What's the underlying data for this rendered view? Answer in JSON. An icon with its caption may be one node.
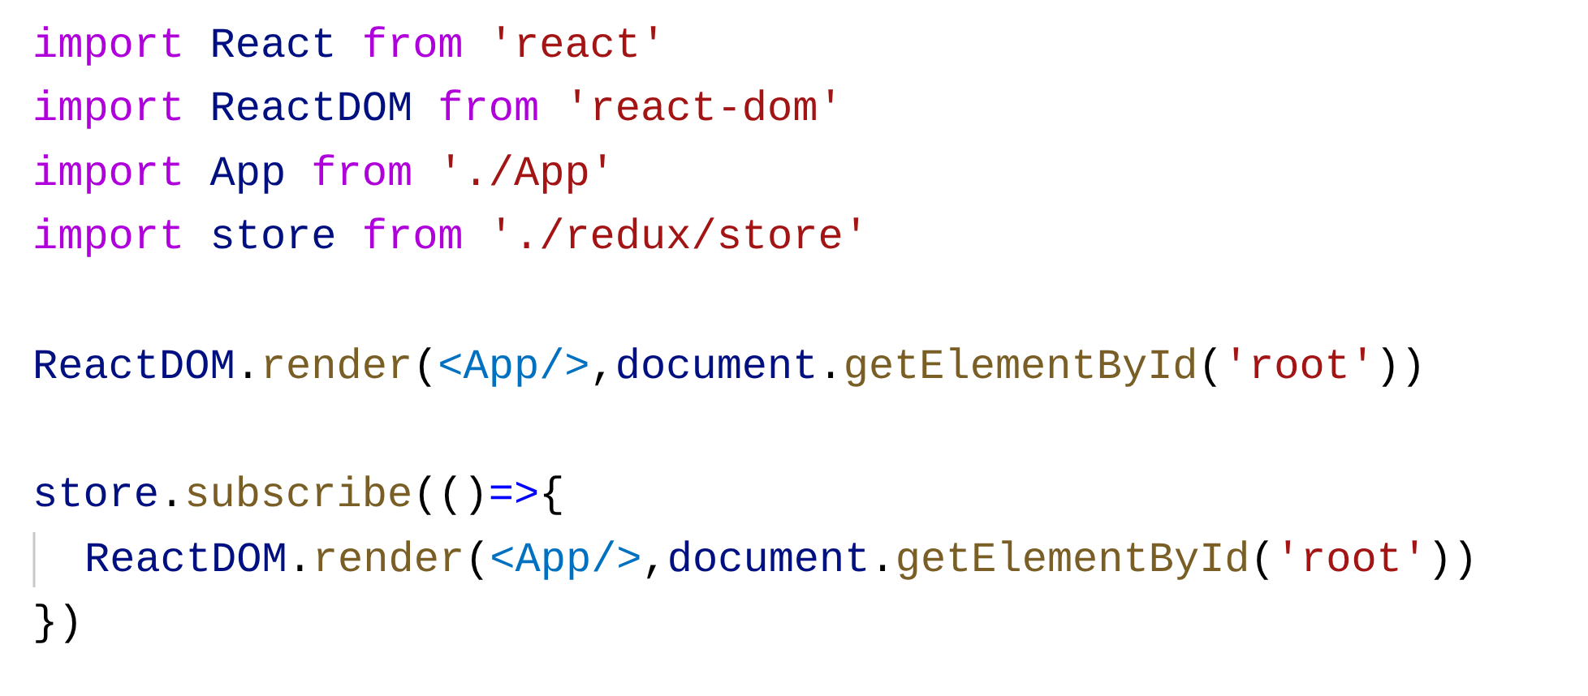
{
  "diagram": {
    "labels": [
      "import React from 'react'",
      "import ReactDOM from 'react-dom'",
      "import App from './App'",
      "import store from './redux/store'",
      "ReactDOM.render(<App/>,document.getElementById('root'))",
      "store.subscribe(()=>{",
      "ReactDOM.render(<App/>,document.getElementById('root'))",
      "})"
    ]
  }
}
